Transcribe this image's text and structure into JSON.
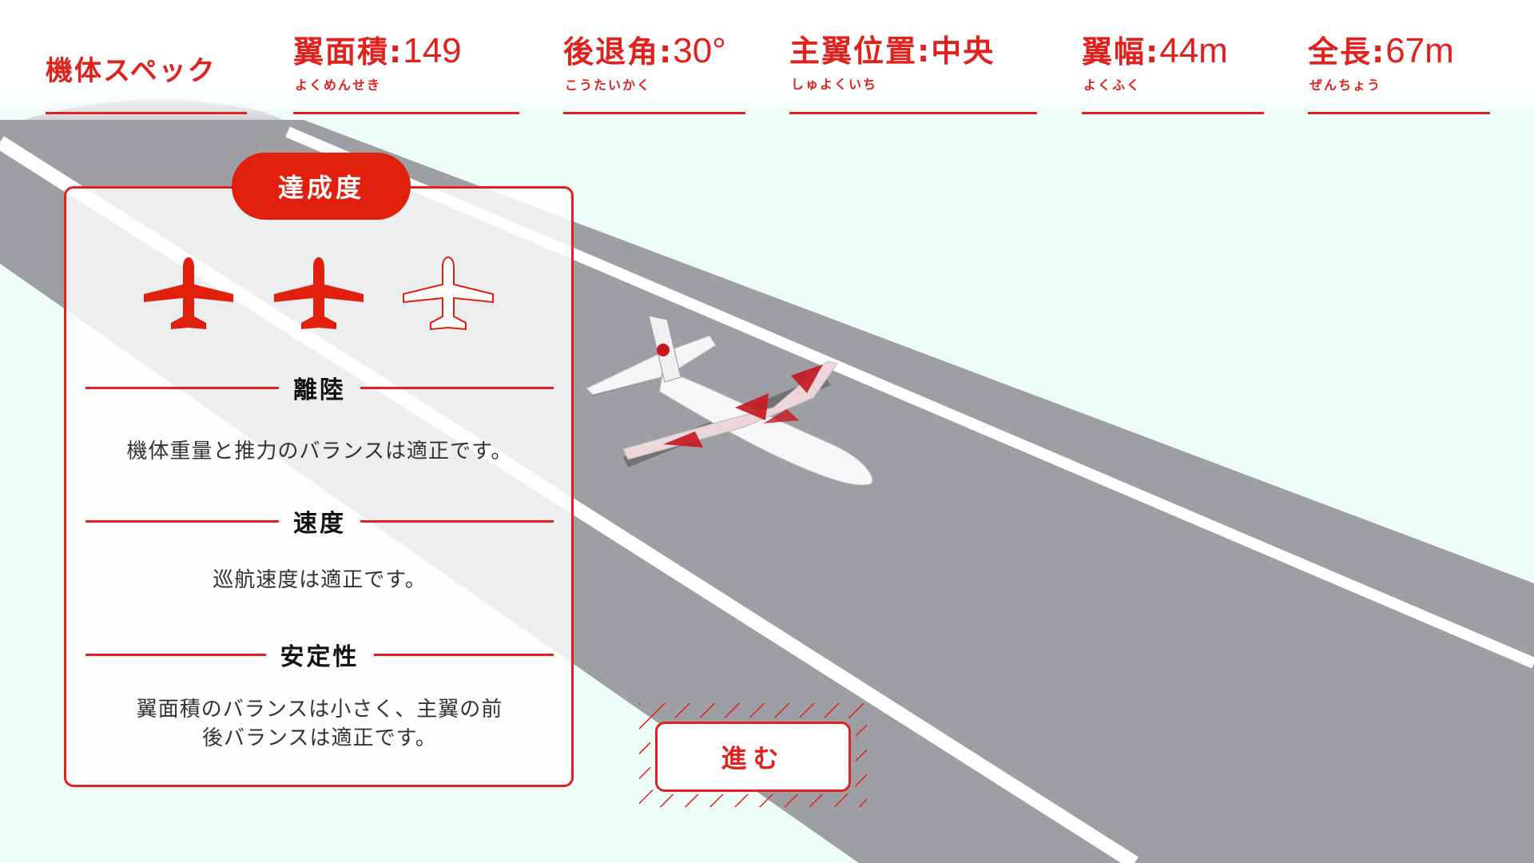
{
  "header": {
    "title": "機体スペック",
    "specs": [
      {
        "label": "翼面積",
        "value": "149",
        "reading": "よくめんせき"
      },
      {
        "label": "後退角",
        "value": "30°",
        "reading": "こうたいかく"
      },
      {
        "label": "主翼位置",
        "value": "中央",
        "reading": "しゅよくいち"
      },
      {
        "label": "翼幅",
        "value": "44m",
        "reading": "よくふく"
      },
      {
        "label": "全長",
        "value": "67m",
        "reading": "ぜんちょう"
      }
    ],
    "separator": ":"
  },
  "achievement": {
    "title": "達成度",
    "rating": {
      "filled": 2,
      "total": 3
    },
    "sections": [
      {
        "heading": "離陸",
        "text": "機体重量と推力のバランスは適正です。"
      },
      {
        "heading": "速度",
        "text": "巡航速度は適正です。"
      },
      {
        "heading": "安定性",
        "text_line1": "翼面積のバランスは小さく、主翼の前",
        "text_line2": "後バランスは適正です。"
      }
    ]
  },
  "next_button": {
    "label": "進む"
  },
  "colors": {
    "accent": "#e0211d",
    "runway": "#9d9fa4",
    "background": "#eefcf8"
  },
  "icons": {
    "rating_icon": "airplane-icon",
    "aircraft": "airplane-model"
  }
}
